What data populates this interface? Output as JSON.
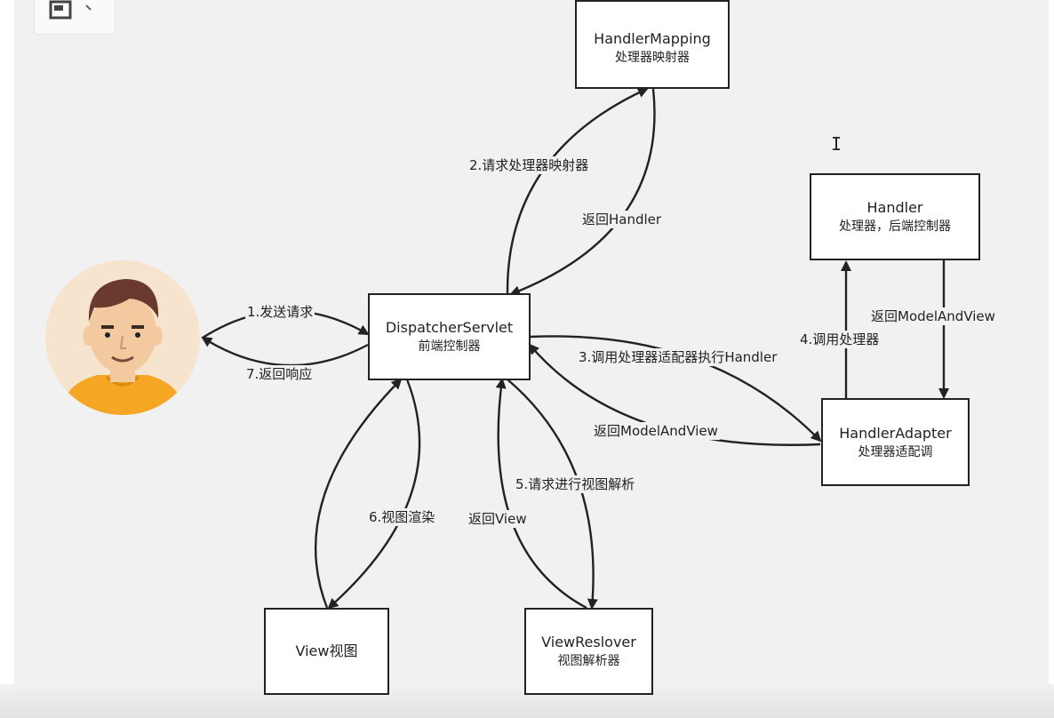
{
  "nodes": {
    "handler_mapping": {
      "title": "HandlerMapping",
      "subtitle": "处理器映射器"
    },
    "handler": {
      "title": "Handler",
      "subtitle": "处理器，后端控制器"
    },
    "dispatcher": {
      "title": "DispatcherServlet",
      "subtitle": "前端控制器"
    },
    "handler_adapter": {
      "title": "HandlerAdapter",
      "subtitle": "处理器适配调"
    },
    "view": {
      "title": "View视图"
    },
    "view_resolver": {
      "title": "ViewReslover",
      "subtitle": "视图解析器"
    }
  },
  "edges": {
    "send_request": "1.发送请求",
    "return_response": "7.返回响应",
    "request_mapping": "2.请求处理器映射器",
    "return_handler": "返回Handler",
    "call_adapter": "3.调用处理器适配器执行Handler",
    "return_mav_adapter": "返回ModelAndView",
    "call_handler": "4.调用处理器",
    "return_mav_handler": "返回ModelAndView",
    "request_view_resolve": "5.请求进行视图解析",
    "return_view": "返回View",
    "render_view": "6.视图渲染"
  },
  "icons": {
    "user": "user-avatar-icon",
    "cursor": "text-cursor-icon",
    "toolbar": "image-icon"
  },
  "colors": {
    "background": "#f1f1f1",
    "stroke": "#222222",
    "avatar_bg": "#f6e4cf",
    "shirt": "#f5a623",
    "hair": "#6b3a2e",
    "skin": "#f3c9a0"
  }
}
